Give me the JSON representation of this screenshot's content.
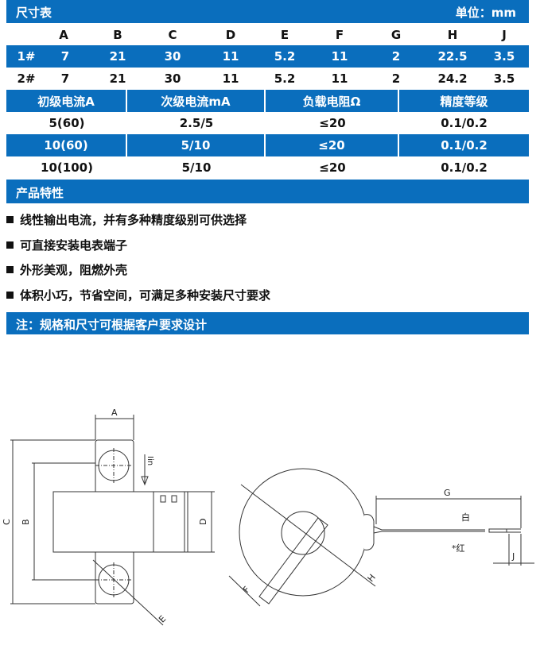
{
  "size_table": {
    "title": "尺寸表",
    "unit": "单位：mm",
    "columns": [
      "A",
      "B",
      "C",
      "D",
      "E",
      "F",
      "G",
      "H",
      "J"
    ],
    "rows": [
      {
        "label": "1#",
        "values": [
          "7",
          "21",
          "30",
          "11",
          "5.2",
          "11",
          "2",
          "22.5",
          "3.5"
        ]
      },
      {
        "label": "2#",
        "values": [
          "7",
          "21",
          "30",
          "11",
          "5.2",
          "11",
          "2",
          "24.2",
          "3.5"
        ]
      }
    ]
  },
  "spec_table": {
    "headers": [
      "初级电流A",
      "次级电流mA",
      "负载电阻Ω",
      "精度等级"
    ],
    "rows": [
      [
        "5(60)",
        "2.5/5",
        "≤20",
        "0.1/0.2"
      ],
      [
        "10(60)",
        "5/10",
        "≤20",
        "0.1/0.2"
      ],
      [
        "10(100)",
        "5/10",
        "≤20",
        "0.1/0.2"
      ]
    ]
  },
  "features": {
    "title": "产品特性",
    "items": [
      "线性输出电流，并有多种精度级别可供选择",
      "可直接安装电表端子",
      "外形美观，阻燃外壳",
      "体积小巧，节省空间，可满足多种安装尺寸要求"
    ]
  },
  "note": "注：规格和尺寸可根据客户要求设计",
  "drawing": {
    "labels": {
      "A": "A",
      "B": "B",
      "C": "C",
      "D": "D",
      "E": "E",
      "F": "F",
      "G": "G",
      "H": "H",
      "J": "J",
      "iin": "Iin",
      "white": "白",
      "red": "*红"
    }
  },
  "colors": {
    "accent": "#0a6ebd"
  }
}
